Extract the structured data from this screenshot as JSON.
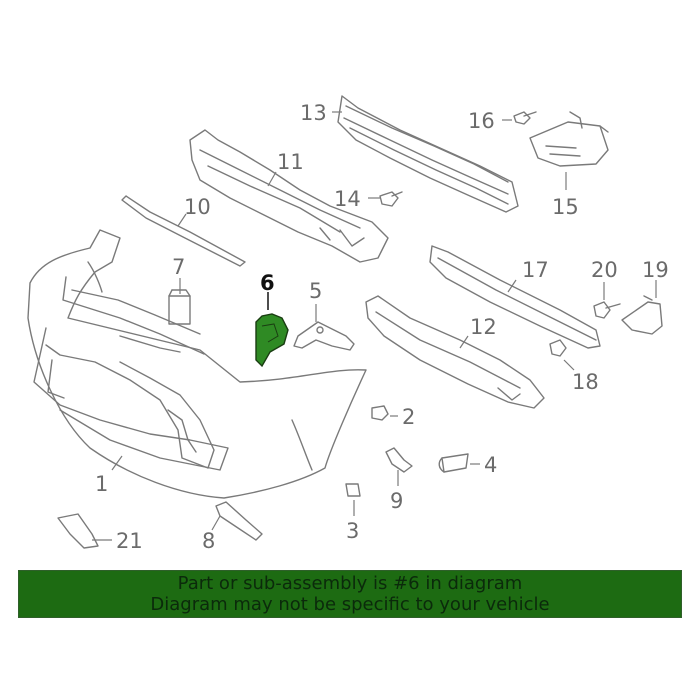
{
  "diagram": {
    "highlight_color": "#2f8a24",
    "line_color": "#7a7a7a",
    "highlighted_part": "6",
    "callouts": [
      {
        "id": "1",
        "label": "1"
      },
      {
        "id": "2",
        "label": "2"
      },
      {
        "id": "3",
        "label": "3"
      },
      {
        "id": "4",
        "label": "4"
      },
      {
        "id": "5",
        "label": "5"
      },
      {
        "id": "6",
        "label": "6"
      },
      {
        "id": "7",
        "label": "7"
      },
      {
        "id": "8",
        "label": "8"
      },
      {
        "id": "9",
        "label": "9"
      },
      {
        "id": "10",
        "label": "10"
      },
      {
        "id": "11",
        "label": "11"
      },
      {
        "id": "12",
        "label": "12"
      },
      {
        "id": "13",
        "label": "13"
      },
      {
        "id": "14",
        "label": "14"
      },
      {
        "id": "15",
        "label": "15"
      },
      {
        "id": "16",
        "label": "16"
      },
      {
        "id": "17",
        "label": "17"
      },
      {
        "id": "18",
        "label": "18"
      },
      {
        "id": "19",
        "label": "19"
      },
      {
        "id": "20",
        "label": "20"
      },
      {
        "id": "21",
        "label": "21"
      }
    ]
  },
  "banner": {
    "line1": "Part or sub-assembly is #6 in diagram",
    "line2": "Diagram may not be specific to your vehicle",
    "background": "#1d6b12",
    "text_color": "#0b2a0b"
  }
}
